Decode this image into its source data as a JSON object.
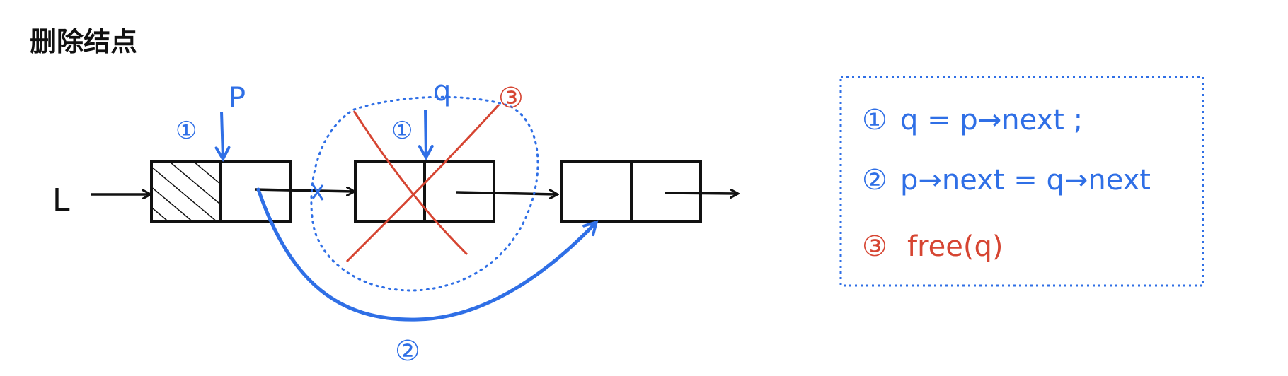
{
  "title": "删除结点",
  "labels": {
    "head": "L",
    "pointer_p": "P",
    "pointer_q": "q",
    "step1_marker_p": "①",
    "step1_marker_q": "①",
    "step2_marker": "②",
    "step3_marker": "③"
  },
  "steps": [
    {
      "marker": "①",
      "code": "q = p→next ;"
    },
    {
      "marker": "②",
      "code": "p→next = q→next"
    },
    {
      "marker": "③",
      "code": "free(q)"
    }
  ],
  "colors": {
    "ink": "#111111",
    "blue": "#2f6fe6",
    "red": "#d64532"
  }
}
